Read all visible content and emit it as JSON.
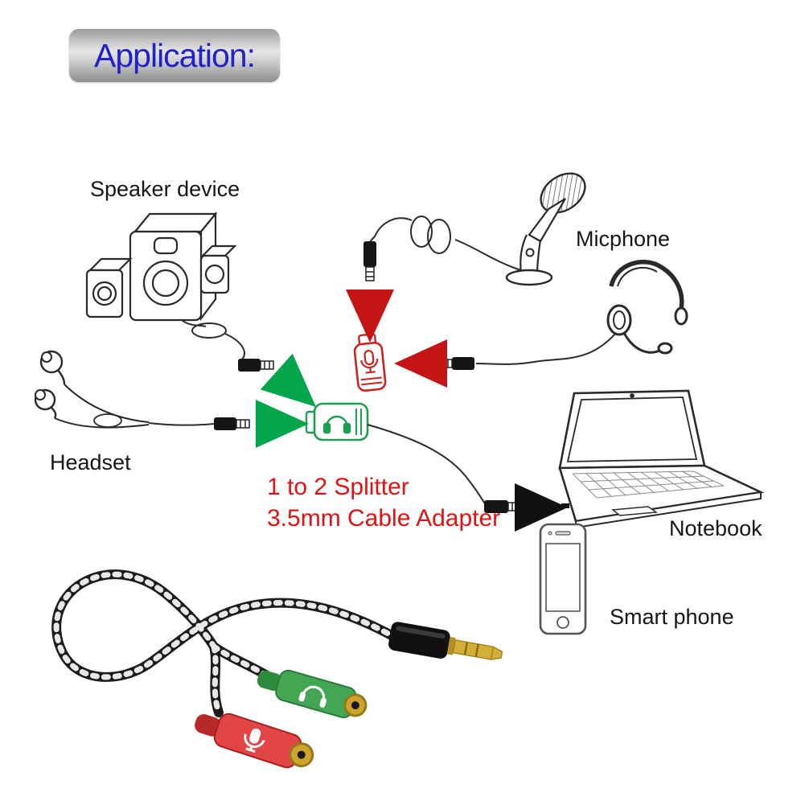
{
  "banner": {
    "title": "Application:"
  },
  "devices": {
    "speaker": "Speaker device",
    "microphone": "Micphone",
    "headset": "Headset",
    "notebook": "Notebook",
    "smartphone": "Smart phone"
  },
  "caption": {
    "line1": "1 to 2 Splitter",
    "line2": "3.5mm Cable Adapter"
  },
  "icons": [
    "speaker-illustration",
    "microphone-illustration",
    "earbuds-illustration",
    "mic-headset-illustration",
    "laptop-illustration",
    "smartphone-illustration",
    "splitter-audio-port",
    "splitter-mic-port",
    "headphone-icon",
    "mic-icon",
    "audio-plug",
    "mic-plug",
    "combined-plug",
    "product-photo"
  ],
  "colors": {
    "title_text": "#2121c8",
    "caption_text": "#e31212",
    "audio_arrow_green": "#04a64b",
    "mic_arrow_red": "#c41414",
    "data_arrow_black": "#111111",
    "connector_green": "#43a653",
    "connector_red": "#e24545",
    "plug_gold": "#d4af37",
    "banner_gray": "#9b9b9b"
  }
}
